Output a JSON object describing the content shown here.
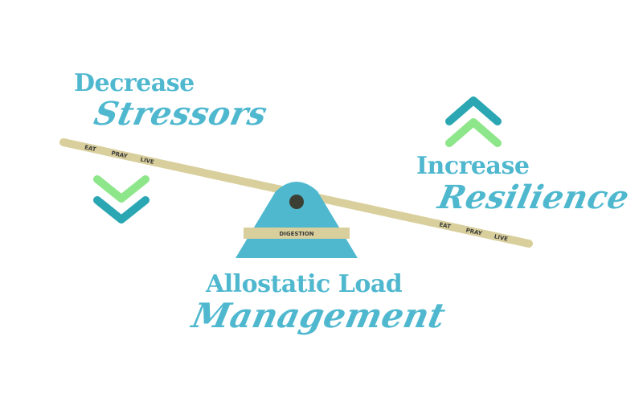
{
  "headings": {
    "decrease": "Decrease",
    "stressors": "Stressors",
    "increase": "Increase",
    "resilience": "Resilience",
    "allostatic": "Allostatic Load",
    "management": "Management"
  },
  "seesaw": {
    "left_labels": [
      "EAT",
      "PRAY",
      "LIVE"
    ],
    "right_labels": [
      "EAT",
      "PRAY",
      "LIVE"
    ],
    "fulcrum_label": "DIGESTION"
  },
  "icons": {
    "left": "double-chevron-down-icon",
    "right": "double-chevron-up-icon"
  },
  "colors": {
    "teal": "#4fb8cf",
    "dark_teal": "#2aa7b2",
    "light_green": "#8ee68a",
    "plank": "#d9cf9c",
    "pivot": "#3c3f33"
  }
}
